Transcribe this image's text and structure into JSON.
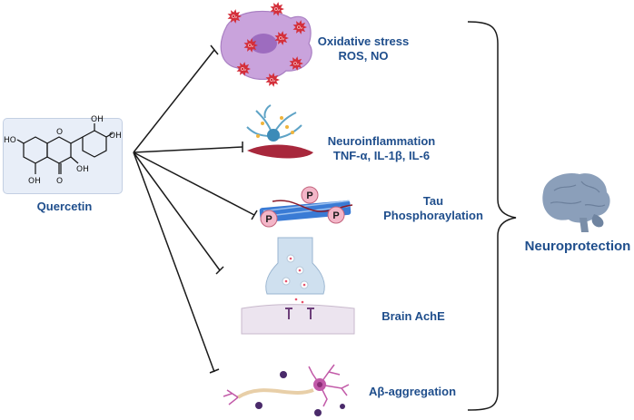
{
  "source": {
    "label": "Quercetin",
    "structure_labels": {
      "oh_top_1": "OH",
      "oh_top_2": "OH",
      "ho_left": "HO",
      "oh_mid": "OH",
      "oh_bottom": "OH",
      "o_carbonyl": "O",
      "o_ring": "O"
    }
  },
  "targets": [
    {
      "id": "oxidative",
      "line1": "Oxidative stress",
      "line2": "ROS, NO"
    },
    {
      "id": "inflammation",
      "line1": "Neuroinflammation",
      "line2": "TNF-α, IL-1β, IL-6"
    },
    {
      "id": "tau",
      "line1": "Tau",
      "line2": "Phosphoraylation"
    },
    {
      "id": "ache",
      "line1": "Brain AchE",
      "line2": ""
    },
    {
      "id": "abeta",
      "line1": "Aβ-aggregation",
      "line2": ""
    }
  ],
  "ros_badges": [
    "O₂",
    "O₂",
    "O₂",
    "O₂",
    "O₂",
    "O₂",
    "O₂",
    "O₂"
  ],
  "phospho_label": "P",
  "outcome": {
    "label": "Neuroprotection"
  },
  "colors": {
    "text": "#1f4e8c",
    "line": "#1a1a1a",
    "cell_purple": "#c9a3dc",
    "ros_red": "#d42f3a",
    "brain": "#8b9fba",
    "tau_blue": "#3a7bd5",
    "phospho_pink": "#f3b6c8",
    "synapse": "#cfe0ef",
    "neuron_pink": "#c25aa8"
  }
}
